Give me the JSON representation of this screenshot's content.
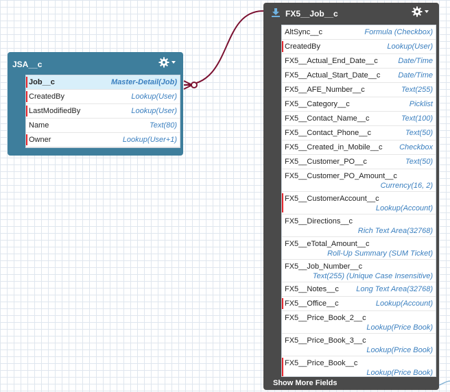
{
  "colors": {
    "jsa_header": "#3e7e9c",
    "job_header": "#4a4a4a",
    "type_text": "#3a7fbf",
    "required_marker": "#e0242b",
    "relationship_line": "#7a1030"
  },
  "jsa": {
    "title": "JSA__c",
    "icon": "gear-icon",
    "fields": [
      {
        "name": "Job__c",
        "type": "Master-Detail(Job)",
        "required": true,
        "selected": true
      },
      {
        "name": "CreatedBy",
        "type": "Lookup(User)",
        "required": true
      },
      {
        "name": "LastModifiedBy",
        "type": "Lookup(User)",
        "required": true
      },
      {
        "name": "Name",
        "type": "Text(80)",
        "required": false
      },
      {
        "name": "Owner",
        "type": "Lookup(User+1)",
        "required": true
      }
    ]
  },
  "job": {
    "title": "FX5__Job__c",
    "icon": "download-icon",
    "show_more_label": "Show More Fields",
    "fields": [
      {
        "name": "AltSync__c",
        "type": "Formula (Checkbox)",
        "required": false
      },
      {
        "name": "CreatedBy",
        "type": "Lookup(User)",
        "required": true
      },
      {
        "name": "FX5__Actual_End_Date__c",
        "type": "Date/Time",
        "required": false
      },
      {
        "name": "FX5__Actual_Start_Date__c",
        "type": "Date/Time",
        "required": false
      },
      {
        "name": "FX5__AFE_Number__c",
        "type": "Text(255)",
        "required": false
      },
      {
        "name": "FX5__Category__c",
        "type": "Picklist",
        "required": false
      },
      {
        "name": "FX5__Contact_Name__c",
        "type": "Text(100)",
        "required": false
      },
      {
        "name": "FX5__Contact_Phone__c",
        "type": "Text(50)",
        "required": false
      },
      {
        "name": "FX5__Created_in_Mobile__c",
        "type": "Checkbox",
        "required": false
      },
      {
        "name": "FX5__Customer_PO__c",
        "type": "Text(50)",
        "required": false
      },
      {
        "name": "FX5__Customer_PO_Amount__c",
        "type": "Currency(16, 2)",
        "required": false,
        "wrap": true
      },
      {
        "name": "FX5__CustomerAccount__c",
        "type": "Lookup(Account)",
        "required": true,
        "wrap": true
      },
      {
        "name": "FX5__Directions__c",
        "type": "Rich Text Area(32768)",
        "required": false,
        "wrap": true
      },
      {
        "name": "FX5__eTotal_Amount__c",
        "type": "Roll-Up Summary (SUM Ticket)",
        "required": false,
        "wrap": true
      },
      {
        "name": "FX5__Job_Number__c",
        "type": "Text(255) (Unique Case Insensitive)",
        "required": false,
        "wrap": true
      },
      {
        "name": "FX5__Notes__c",
        "type": "Long Text Area(32768)",
        "required": false
      },
      {
        "name": "FX5__Office__c",
        "type": "Lookup(Account)",
        "required": true
      },
      {
        "name": "FX5__Price_Book_2__c",
        "type": "Lookup(Price Book)",
        "required": false,
        "wrap": true
      },
      {
        "name": "FX5__Price_Book_3__c",
        "type": "Lookup(Price Book)",
        "required": false,
        "wrap": true
      },
      {
        "name": "FX5__Price_Book__c",
        "type": "Lookup(Price Book)",
        "required": true,
        "wrap": true
      }
    ]
  }
}
